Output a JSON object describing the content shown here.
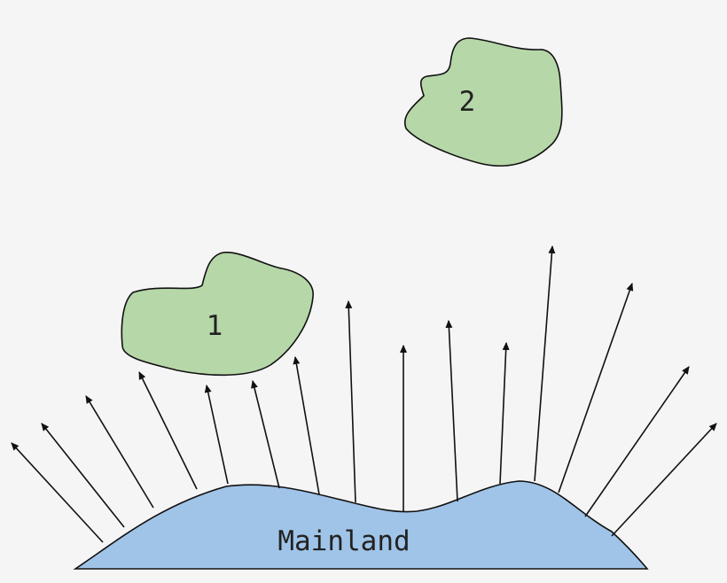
{
  "diagram": {
    "mainland_label": "Mainland",
    "island_1_label": "1",
    "island_2_label": "2",
    "colors": {
      "background": "#f5f5f6",
      "mainland_fill": "#a0c4e8",
      "island_fill": "#b6d7a8",
      "outline": "#111111"
    },
    "arrow_count": 15
  }
}
